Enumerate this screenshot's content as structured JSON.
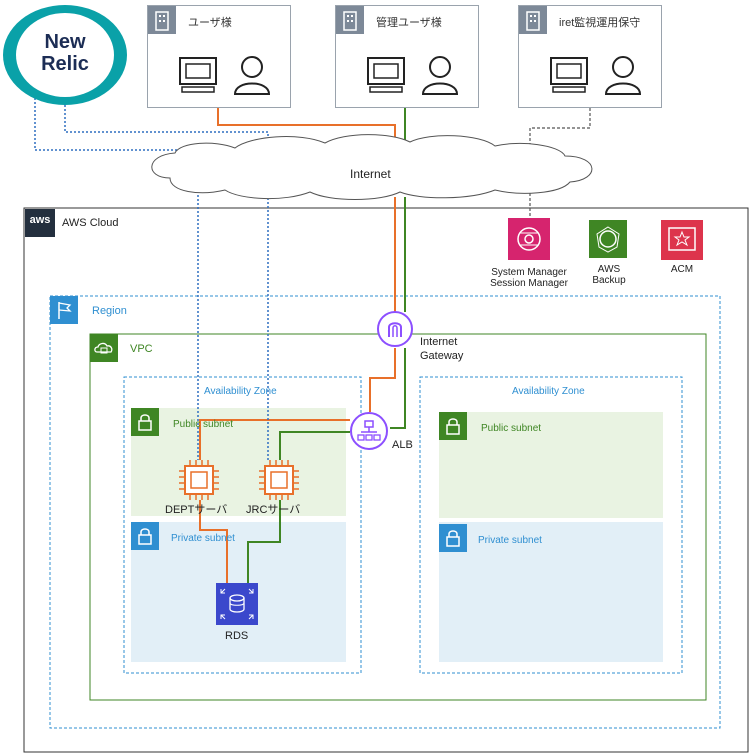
{
  "users": [
    {
      "label": "ユーザ様"
    },
    {
      "label": "管理ユーザ様"
    },
    {
      "label": "iret監視運用保守"
    }
  ],
  "newrelic": {
    "line1": "New",
    "line2": "Relic"
  },
  "internet": {
    "label": "Internet"
  },
  "aws_cloud": {
    "label": "AWS Cloud",
    "logo": "aws"
  },
  "services": [
    {
      "label_line1": "System Manager",
      "label_line2": "Session Manager",
      "color": "#d6246e"
    },
    {
      "label_line1": "AWS",
      "label_line2": "Backup",
      "color": "#3f8624"
    },
    {
      "label_line1": "ACM",
      "label_line2": "",
      "color": "#dd344c"
    }
  ],
  "region": {
    "label": "Region"
  },
  "vpc": {
    "label": "VPC"
  },
  "igw": {
    "line1": "Internet",
    "line2": "Gateway"
  },
  "alb": {
    "label": "ALB"
  },
  "az_left": {
    "label": "Availability Zone"
  },
  "az_right": {
    "label": "Availability Zone"
  },
  "public_subnet_left": {
    "label": "Public subnet"
  },
  "public_subnet_right": {
    "label": "Public subnet"
  },
  "private_subnet_left": {
    "label": "Private subnet"
  },
  "private_subnet_right": {
    "label": "Private subnet"
  },
  "servers": [
    {
      "label": "DEPTサーバ"
    },
    {
      "label": "JRCサーバ"
    }
  ],
  "rds": {
    "label": "RDS"
  },
  "colors": {
    "orange": "#e8702a",
    "green": "#3f8624",
    "blue_dotted": "#2f6ec1",
    "gray_dashed": "#555555",
    "region_border": "#2f8fd1",
    "vpc_border": "#3f8624",
    "public_subnet_bg": "#e9f3e2",
    "private_subnet_bg": "#e2eff7"
  }
}
